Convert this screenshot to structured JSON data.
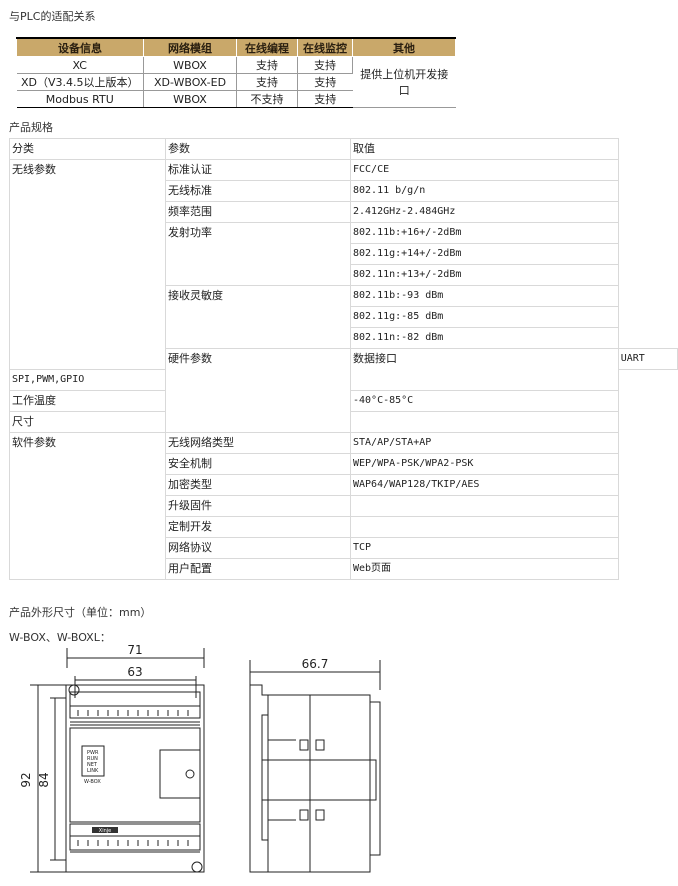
{
  "compat": {
    "title": "与PLC的适配关系",
    "headers": [
      "设备信息",
      "网络模组",
      "在线编程",
      "在线监控",
      "其他"
    ],
    "rows": [
      [
        "XC",
        "WBOX",
        "支持",
        "支持"
      ],
      [
        "XD（V3.4.5以上版本）",
        "XD-WBOX-ED",
        "支持",
        "支持"
      ],
      [
        "Modbus RTU",
        "WBOX",
        "不支持",
        "支持"
      ]
    ],
    "other": "提供上位机开发接口"
  },
  "spec": {
    "title": "产品规格",
    "headers": [
      "分类",
      "参数",
      "取值"
    ],
    "groups": {
      "wireless": "无线参数",
      "hardware": "硬件参数",
      "software": "软件参数"
    },
    "params": {
      "cert": "标准认证",
      "std": "无线标准",
      "freq": "频率范围",
      "power": "发射功率",
      "sens": "接收灵敏度",
      "iface": "数据接口",
      "temp": "工作温度",
      "size": "尺寸",
      "nettype": "无线网络类型",
      "security": "安全机制",
      "encrypt": "加密类型",
      "upgrade": "升级固件",
      "custom": "定制开发",
      "protocol": "网络协议",
      "config": "用户配置"
    },
    "values": {
      "cert": "FCC/CE",
      "std": "802.11 b/g/n",
      "freq": "2.412GHz-2.484GHz",
      "power1": "802.11b:+16+/-2dBm",
      "power2": "802.11g:+14+/-2dBm",
      "power3": "802.11n:+13+/-2dBm",
      "sens1": "802.11b:-93 dBm",
      "sens2": "802.11g:-85 dBm",
      "sens3": "802.11n:-82 dBm",
      "iface1": "UART",
      "iface2": "SPI,PWM,GPIO",
      "temp": "-40°C-85°C",
      "nettype": "STA/AP/STA+AP",
      "security": "WEP/WPA-PSK/WPA2-PSK",
      "encrypt": "WAP64/WAP128/TKIP/AES",
      "protocol": "TCP",
      "config": "Web页面"
    }
  },
  "dims": {
    "title": "产品外形尺寸（单位：mm）",
    "models": "W-BOX、W-BOXL：",
    "width_total": "71",
    "width_inner": "63",
    "height_total": "92",
    "height_inner": "84",
    "depth": "66.7",
    "brand": "Xinje",
    "model_label": "W-BOX",
    "leds": [
      "PWR",
      "RUN",
      "NET",
      "LINK"
    ]
  }
}
